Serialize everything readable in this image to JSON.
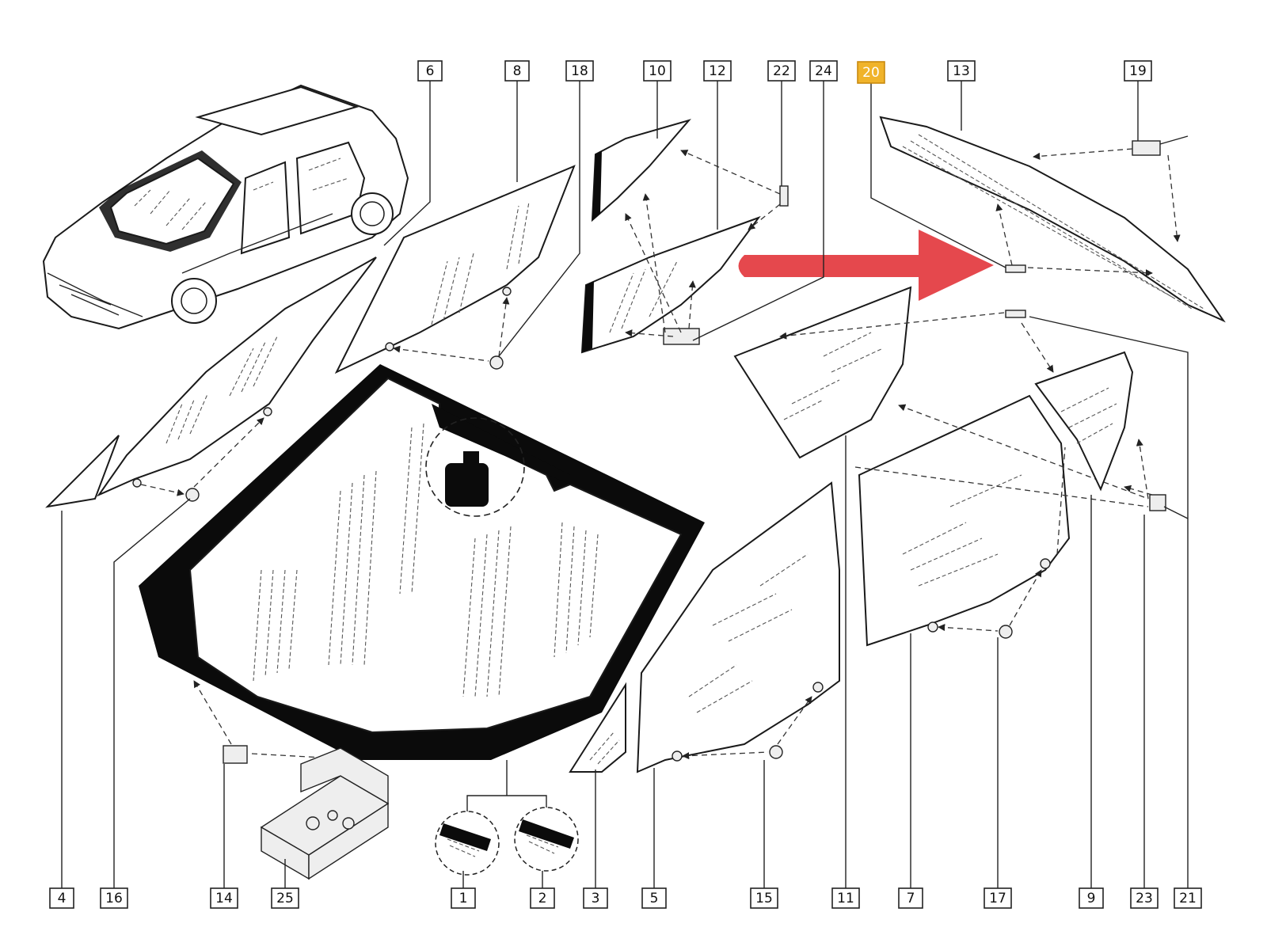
{
  "diagram": {
    "highlight_color": "#f0b32a",
    "arrow_color": "#e5484d",
    "top_labels": [
      "6",
      "8",
      "18",
      "10",
      "12",
      "22",
      "24",
      "20",
      "13",
      "19"
    ],
    "bottom_labels": [
      "4",
      "16",
      "14",
      "25",
      "1",
      "2",
      "3",
      "5",
      "15",
      "11",
      "7",
      "17",
      "9",
      "23",
      "21"
    ],
    "highlighted_label": "20"
  }
}
